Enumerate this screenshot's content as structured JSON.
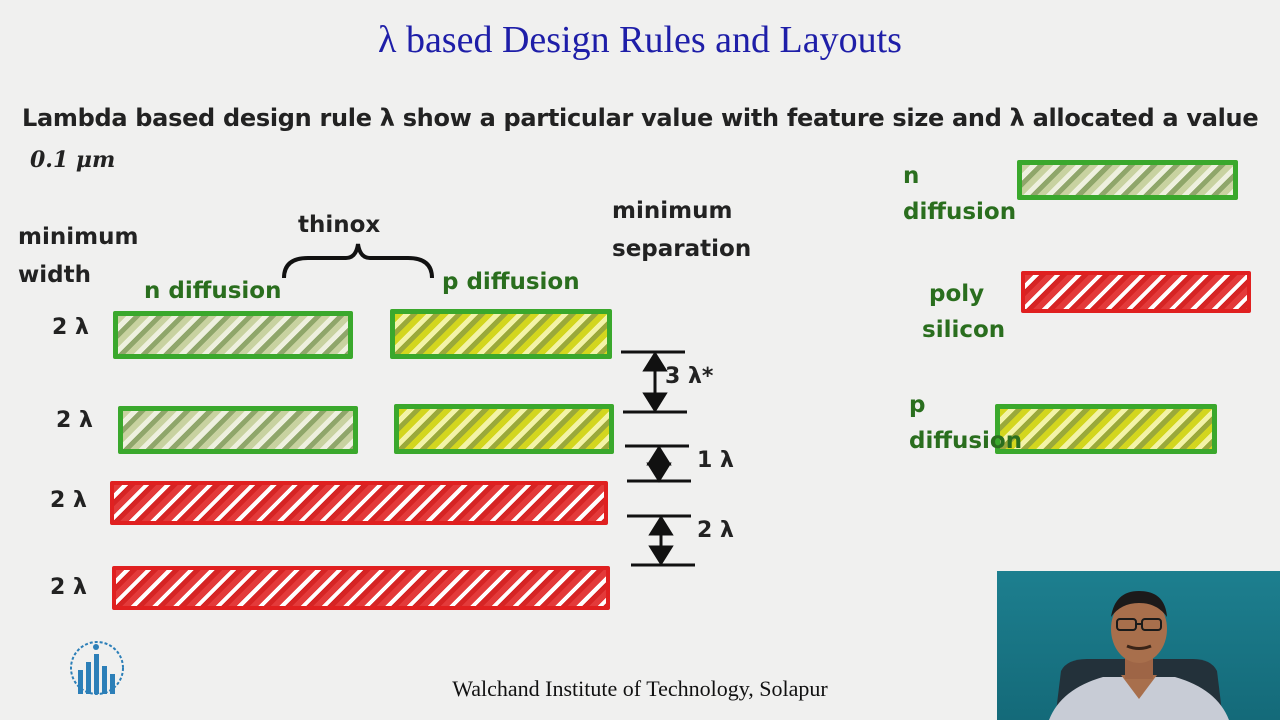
{
  "slide": {
    "title": "λ based Design Rules and Layouts",
    "statement": "Lambda based design rule λ show a particular value with feature size and λ allocated a value",
    "value": "0.1 μm",
    "footer": "Walchand Institute of Technology, Solapur"
  },
  "labels": {
    "minimum_width_1": "minimum",
    "minimum_width_2": "width",
    "thinox": "thinox",
    "minimum_sep_1": "minimum",
    "minimum_sep_2": "separation",
    "n_diffusion": "n diffusion",
    "p_diffusion": "p diffusion"
  },
  "rows": [
    {
      "width_label": "2 λ"
    },
    {
      "width_label": "2 λ"
    },
    {
      "width_label": "2 λ"
    },
    {
      "width_label": "2 λ"
    }
  ],
  "separations": [
    {
      "label": "3 λ*"
    },
    {
      "label": "1 λ"
    },
    {
      "label": "2 λ"
    }
  ],
  "legend": {
    "n_diff_1": "n",
    "n_diff_2": "diffusion",
    "poly_1": "poly",
    "poly_2": "silicon",
    "p_diff_1": "p",
    "p_diff_2": "diffusion"
  },
  "colors": {
    "title": "#1e1ea8",
    "label_green": "#2a6e1e",
    "diffusion_border": "#3aa82c",
    "poly": "#e02020",
    "presenter_bg": "#1d7f8f"
  }
}
